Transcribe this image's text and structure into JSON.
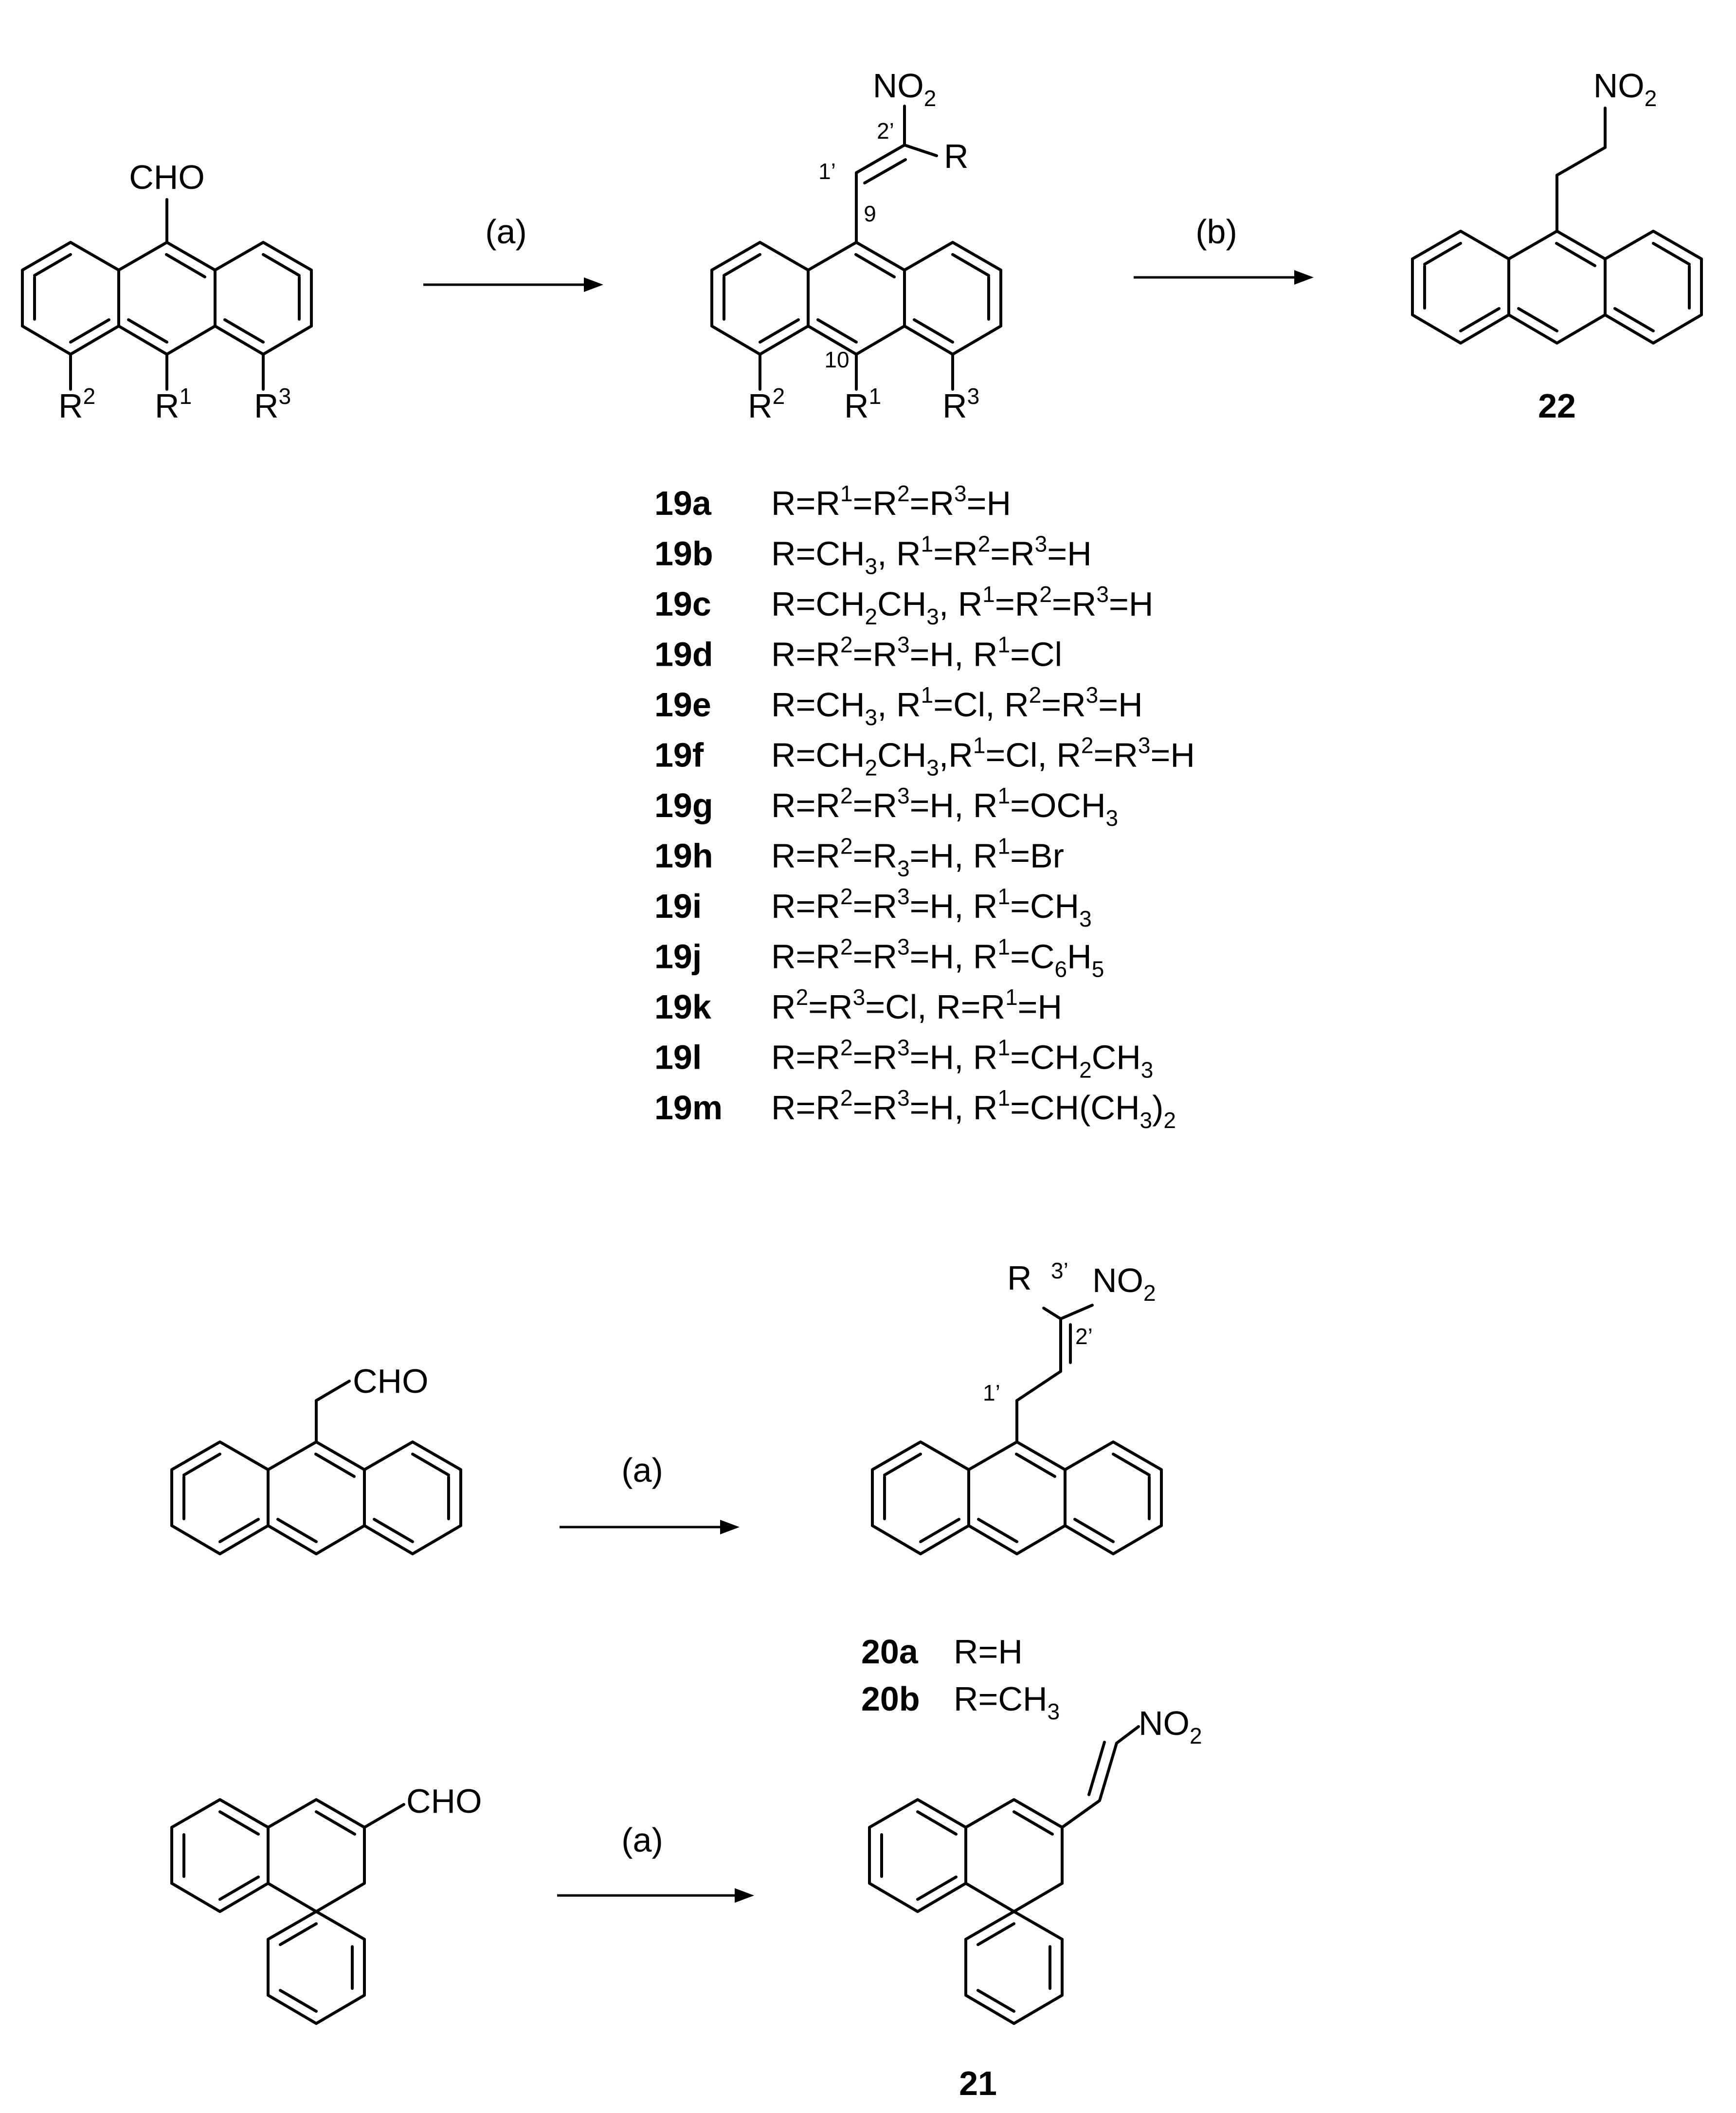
{
  "colors": {
    "ink": "#000000",
    "background": "#ffffff"
  },
  "reaction1": {
    "sm_cho": "CHO",
    "sm_subs": {
      "r2": "R",
      "r2_sup": "2",
      "r1": "R",
      "r1_sup": "1",
      "r3": "R",
      "r3_sup": "3"
    },
    "cond_a": "(a)",
    "prod_no2": "NO",
    "prod_no2_sub": "2",
    "prod_r": "R",
    "prod_pos": {
      "two_prime": "2’",
      "one_prime": "1’",
      "nine": "9",
      "ten": "10"
    },
    "prod_subs": {
      "r2": "R",
      "r2_sup": "2",
      "r1": "R",
      "r1_sup": "1",
      "r3": "R",
      "r3_sup": "3"
    },
    "cond_b": "(b)",
    "p22_no2": "NO",
    "p22_no2_sub": "2",
    "p22_label": "22"
  },
  "entries": [
    {
      "id": "19a",
      "segs": [
        [
          "n",
          "R=R"
        ],
        [
          "sup",
          "1"
        ],
        [
          "n",
          "=R"
        ],
        [
          "sup",
          "2"
        ],
        [
          "n",
          "=R"
        ],
        [
          "sup",
          "3"
        ],
        [
          "n",
          "=H"
        ]
      ]
    },
    {
      "id": "19b",
      "segs": [
        [
          "n",
          "R=CH"
        ],
        [
          "sub",
          "3"
        ],
        [
          "n",
          ", R"
        ],
        [
          "sup",
          "1"
        ],
        [
          "n",
          "=R"
        ],
        [
          "sup",
          "2"
        ],
        [
          "n",
          "=R"
        ],
        [
          "sup",
          "3"
        ],
        [
          "n",
          "=H"
        ]
      ]
    },
    {
      "id": "19c",
      "segs": [
        [
          "n",
          "R=CH"
        ],
        [
          "sub",
          "2"
        ],
        [
          "n",
          "CH"
        ],
        [
          "sub",
          "3"
        ],
        [
          "n",
          ", R"
        ],
        [
          "sup",
          "1"
        ],
        [
          "n",
          "=R"
        ],
        [
          "sup",
          "2"
        ],
        [
          "n",
          "=R"
        ],
        [
          "sup",
          "3"
        ],
        [
          "n",
          "=H"
        ]
      ]
    },
    {
      "id": "19d",
      "segs": [
        [
          "n",
          "R=R"
        ],
        [
          "sup",
          "2"
        ],
        [
          "n",
          "=R"
        ],
        [
          "sup",
          "3"
        ],
        [
          "n",
          "=H, R"
        ],
        [
          "sup",
          "1"
        ],
        [
          "n",
          "=Cl"
        ]
      ]
    },
    {
      "id": "19e",
      "segs": [
        [
          "n",
          "R=CH"
        ],
        [
          "sub",
          "3"
        ],
        [
          "n",
          ", R"
        ],
        [
          "sup",
          "1"
        ],
        [
          "n",
          "=Cl, R"
        ],
        [
          "sup",
          "2"
        ],
        [
          "n",
          "=R"
        ],
        [
          "sup",
          "3"
        ],
        [
          "n",
          "=H"
        ]
      ]
    },
    {
      "id": "19f",
      "segs": [
        [
          "n",
          "R=CH"
        ],
        [
          "sub",
          "2"
        ],
        [
          "n",
          "CH"
        ],
        [
          "sub",
          "3"
        ],
        [
          "n",
          ",R"
        ],
        [
          "sup",
          "1"
        ],
        [
          "n",
          "=Cl, R"
        ],
        [
          "sup",
          "2"
        ],
        [
          "n",
          "=R"
        ],
        [
          "sup",
          "3"
        ],
        [
          "n",
          "=H"
        ]
      ]
    },
    {
      "id": "19g",
      "segs": [
        [
          "n",
          "R=R"
        ],
        [
          "sup",
          "2"
        ],
        [
          "n",
          "=R"
        ],
        [
          "sup",
          "3"
        ],
        [
          "n",
          "=H, R"
        ],
        [
          "sup",
          "1"
        ],
        [
          "n",
          "=OCH"
        ],
        [
          "sub",
          "3"
        ]
      ]
    },
    {
      "id": "19h",
      "segs": [
        [
          "n",
          "R=R"
        ],
        [
          "sup",
          "2"
        ],
        [
          "n",
          "=R"
        ],
        [
          "sub",
          "3"
        ],
        [
          "n",
          "=H, R"
        ],
        [
          "sup",
          "1"
        ],
        [
          "n",
          "=Br"
        ]
      ]
    },
    {
      "id": "19i",
      "segs": [
        [
          "n",
          "R=R"
        ],
        [
          "sup",
          "2"
        ],
        [
          "n",
          "=R"
        ],
        [
          "sup",
          "3"
        ],
        [
          "n",
          "=H, R"
        ],
        [
          "sup",
          "1"
        ],
        [
          "n",
          "=CH"
        ],
        [
          "sub",
          "3"
        ]
      ]
    },
    {
      "id": "19j",
      "segs": [
        [
          "n",
          "R=R"
        ],
        [
          "sup",
          "2"
        ],
        [
          "n",
          "=R"
        ],
        [
          "sup",
          "3"
        ],
        [
          "n",
          "=H, R"
        ],
        [
          "sup",
          "1"
        ],
        [
          "n",
          "=C"
        ],
        [
          "sub",
          "6"
        ],
        [
          "n",
          "H"
        ],
        [
          "sub",
          "5"
        ]
      ]
    },
    {
      "id": "19k",
      "segs": [
        [
          "n",
          "R"
        ],
        [
          "sup",
          "2"
        ],
        [
          "n",
          "=R"
        ],
        [
          "sup",
          "3"
        ],
        [
          "n",
          "=Cl, R=R"
        ],
        [
          "sup",
          "1"
        ],
        [
          "n",
          "=H"
        ]
      ]
    },
    {
      "id": "19l",
      "segs": [
        [
          "n",
          "R=R"
        ],
        [
          "sup",
          "2"
        ],
        [
          "n",
          "=R"
        ],
        [
          "sup",
          "3"
        ],
        [
          "n",
          "=H, R"
        ],
        [
          "sup",
          "1"
        ],
        [
          "n",
          "=CH"
        ],
        [
          "sub",
          "2"
        ],
        [
          "n",
          "CH"
        ],
        [
          "sub",
          "3"
        ]
      ]
    },
    {
      "id": "19m",
      "segs": [
        [
          "n",
          "R=R"
        ],
        [
          "sup",
          "2"
        ],
        [
          "n",
          "=R"
        ],
        [
          "sup",
          "3"
        ],
        [
          "n",
          "=H, R"
        ],
        [
          "sup",
          "1"
        ],
        [
          "n",
          "=CH(CH"
        ],
        [
          "sub",
          "3"
        ],
        [
          "n",
          ")"
        ],
        [
          "sub",
          "2"
        ]
      ]
    }
  ],
  "reaction2": {
    "sm_cho": "CHO",
    "cond_a": "(a)",
    "prod_r": "R",
    "prod_no2": "NO",
    "prod_no2_sub": "2",
    "pos": {
      "three_prime": "3’",
      "two_prime": "2’",
      "one_prime": "1’"
    },
    "labels": [
      {
        "id": "20a",
        "text": "R=H"
      },
      {
        "id": "20b",
        "text": "R=CH",
        "sub": "3"
      }
    ]
  },
  "reaction3": {
    "sm_cho": "CHO",
    "cond_a": "(a)",
    "prod_no2": "NO",
    "prod_no2_sub": "2",
    "prod_label": "21"
  }
}
